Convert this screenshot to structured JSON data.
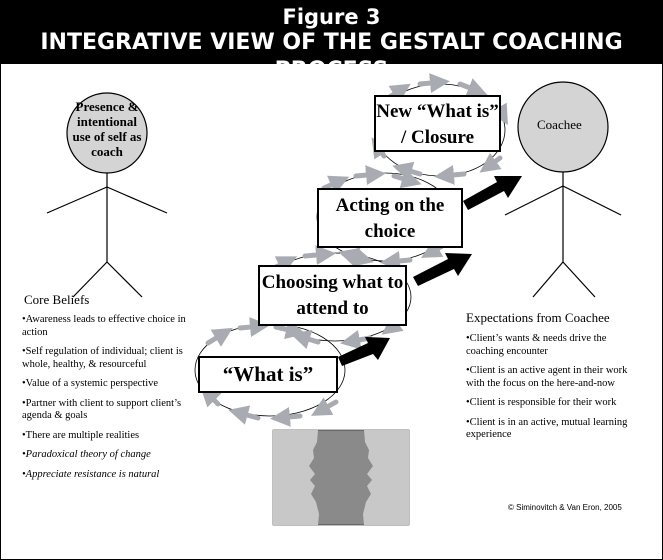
{
  "title": {
    "line1": "Figure 3",
    "line2": "INTEGRATIVE VIEW OF THE GESTALT COACHING PROCESS"
  },
  "coach": {
    "head_text": "Presence & intentional use of self as coach"
  },
  "coachee": {
    "head_text": "Coachee"
  },
  "steps": [
    {
      "label": "“What is”"
    },
    {
      "label": "Choosing what to attend to"
    },
    {
      "label": "Acting on the choice"
    },
    {
      "label": "New “What is” / Closure"
    }
  ],
  "core_beliefs": {
    "title": "Core Beliefs",
    "items": [
      {
        "text": "•Awareness leads to effective choice in action",
        "italic": false
      },
      {
        "text": "•Self regulation of individual; client is whole, healthy, & resourceful",
        "italic": false
      },
      {
        "text": "•Value of a systemic perspective",
        "italic": false
      },
      {
        "text": "•Partner with client to support client’s agenda & goals",
        "italic": false
      },
      {
        "text": "•There are multiple realities",
        "italic": false
      },
      {
        "text": "•Paradoxical theory of change",
        "italic": true
      },
      {
        "text": "•Appreciate resistance is natural",
        "italic": true
      }
    ]
  },
  "expectations": {
    "title": "Expectations from Coachee",
    "items": [
      {
        "text": "•Client’s wants & needs drive the coaching encounter"
      },
      {
        "text": "•Client is an active agent in their work with the focus on the here-and-now"
      },
      {
        "text": "•Client is responsible for their work"
      },
      {
        "text": "•Client is in an active, mutual learning experience"
      }
    ]
  },
  "credit": "© Siminovitch & Van Eron, 2005",
  "colors": {
    "head_fill": "#d4d4d4",
    "arrow_gray": "#a8acb2",
    "vase_gray": "#8a8a8a",
    "face_light": "#c8c8c8"
  }
}
